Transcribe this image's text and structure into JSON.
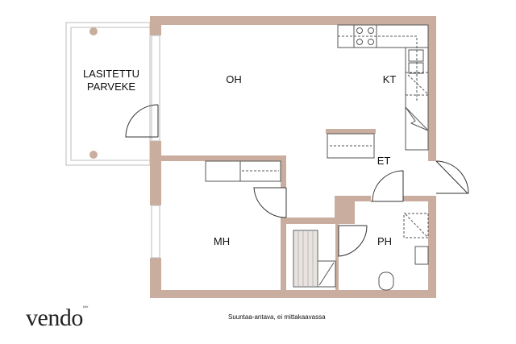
{
  "rooms": {
    "balcony": "LASITETTU\nPARVEKE",
    "balcony_line1": "LASITETTU",
    "balcony_line2": "PARVEKE",
    "living": "OH",
    "kitchen": "KT",
    "hall": "ET",
    "bedroom": "MH",
    "bathroom": "PH"
  },
  "brand": {
    "logo": "vendo",
    "logo_mark": "LKV"
  },
  "note": "Suuntaa-antava, ei mittakaavassa",
  "colors": {
    "wall": "#c9ad9f",
    "line": "#555555"
  }
}
